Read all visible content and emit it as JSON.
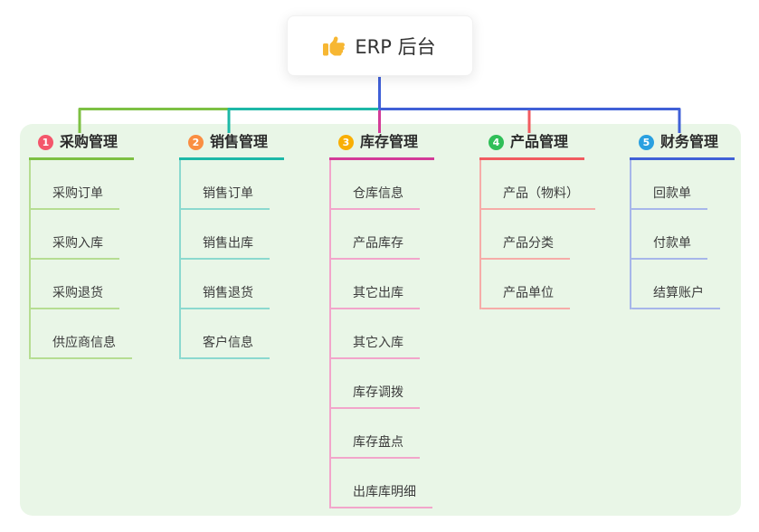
{
  "root": {
    "title": "ERP 后台",
    "icon": "thumbs-up"
  },
  "colors": {
    "panel_background": "#e9f6e7",
    "root_connector": "#4060d7",
    "root_text": "#333333",
    "branch_title_text": "#2b2b2b",
    "child_text": "#3c3c3c",
    "thumb_icon": "#f7b733"
  },
  "branches": [
    {
      "num": "1",
      "title": "采购管理",
      "badge_color": "#f4566b",
      "line_color": "#7dc043",
      "light_color": "#b6dd92",
      "children": [
        "采购订单",
        "采购入库",
        "采购退货",
        "供应商信息"
      ]
    },
    {
      "num": "2",
      "title": "销售管理",
      "badge_color": "#fa8e42",
      "line_color": "#1db8a7",
      "light_color": "#8bd9cf",
      "children": [
        "销售订单",
        "销售出库",
        "销售退货",
        "客户信息"
      ]
    },
    {
      "num": "3",
      "title": "库存管理",
      "badge_color": "#f9af04",
      "line_color": "#d33b98",
      "light_color": "#f2a5cb",
      "children": [
        "仓库信息",
        "产品库存",
        "其它出库",
        "其它入库",
        "库存调拨",
        "库存盘点",
        "出库库明细"
      ]
    },
    {
      "num": "4",
      "title": "产品管理",
      "badge_color": "#30bf58",
      "line_color": "#f15b60",
      "light_color": "#f6aca8",
      "children": [
        "产品（物料）",
        "产品分类",
        "产品单位"
      ]
    },
    {
      "num": "5",
      "title": "财务管理",
      "badge_color": "#2aa0e0",
      "line_color": "#4060d7",
      "light_color": "#a7b6ea",
      "children": [
        "回款单",
        "付款单",
        "结算账户"
      ]
    }
  ]
}
